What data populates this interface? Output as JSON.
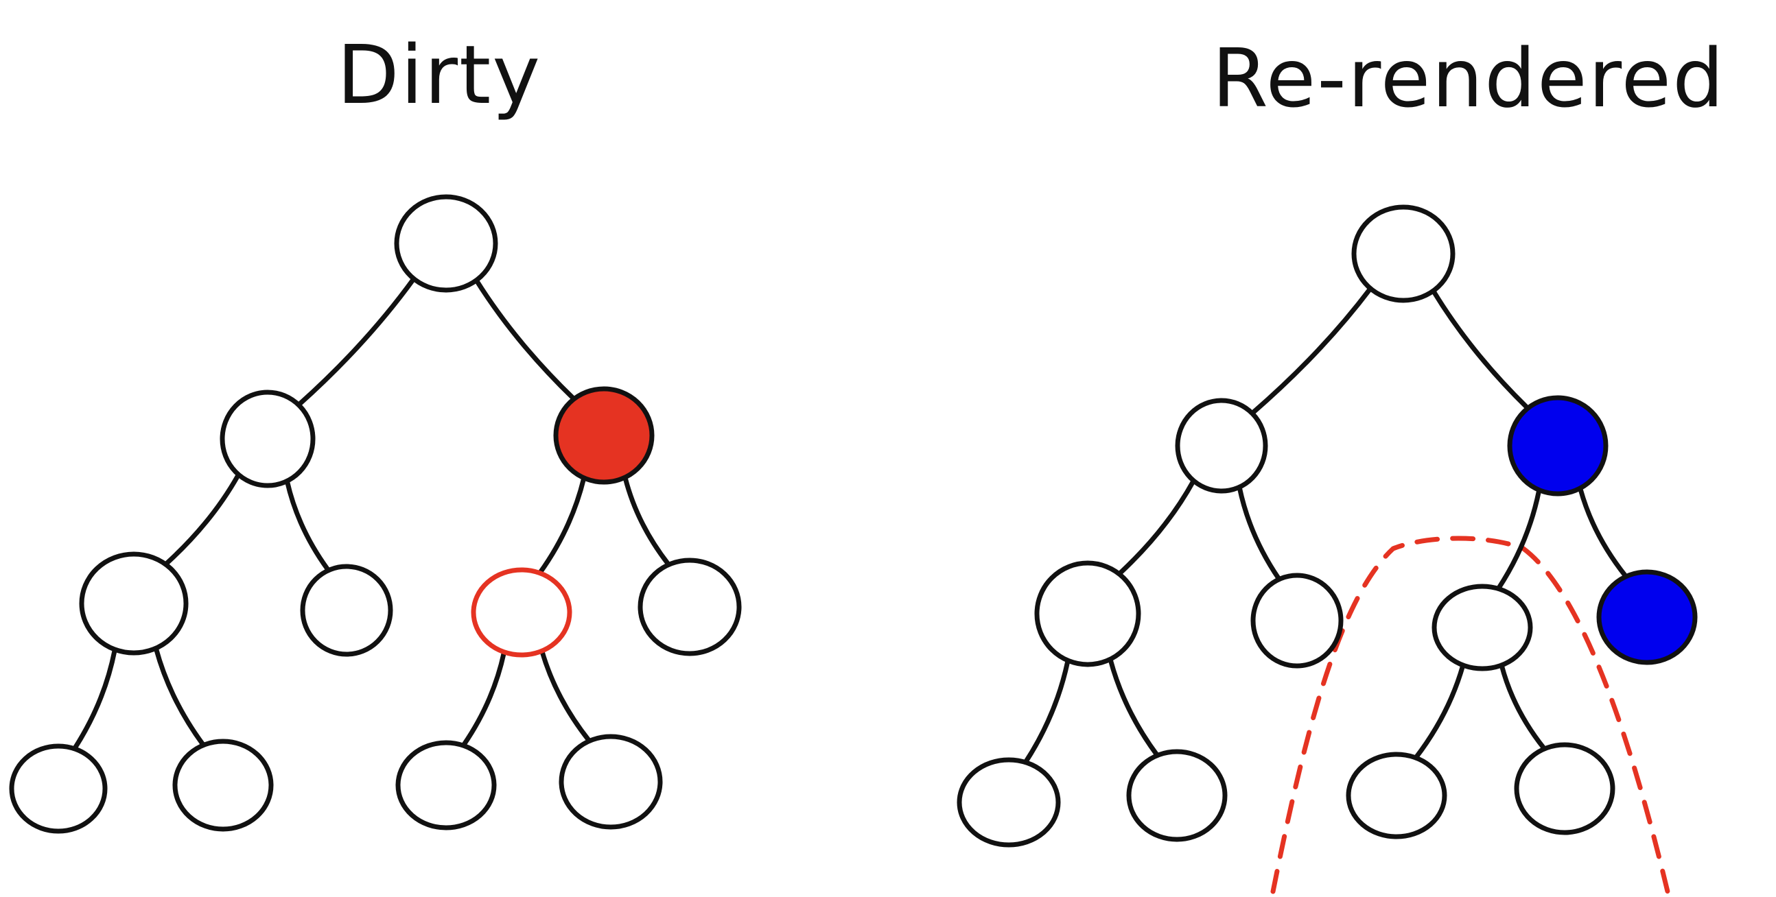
{
  "colors": {
    "stroke": "#111111",
    "node_fill": "#ffffff",
    "dirty_fill": "#e53322",
    "dirty_outline": "#e53322",
    "rerendered_fill": "#0000ee",
    "boundary": "#e53322"
  },
  "panels": [
    {
      "id": "dirty",
      "title": "Dirty",
      "nodes": [
        {
          "id": "root",
          "state": "normal"
        },
        {
          "id": "l1-left",
          "state": "normal"
        },
        {
          "id": "l1-right",
          "state": "dirty"
        },
        {
          "id": "l2-a",
          "state": "normal"
        },
        {
          "id": "l2-b",
          "state": "normal"
        },
        {
          "id": "l2-c",
          "state": "dirty-outline"
        },
        {
          "id": "l2-d",
          "state": "normal"
        },
        {
          "id": "l3-a",
          "state": "normal"
        },
        {
          "id": "l3-b",
          "state": "normal"
        },
        {
          "id": "l3-c",
          "state": "normal"
        },
        {
          "id": "l3-d",
          "state": "normal"
        }
      ],
      "edges": [
        [
          "root",
          "l1-left"
        ],
        [
          "root",
          "l1-right"
        ],
        [
          "l1-left",
          "l2-a"
        ],
        [
          "l1-left",
          "l2-b"
        ],
        [
          "l1-right",
          "l2-c"
        ],
        [
          "l1-right",
          "l2-d"
        ],
        [
          "l2-a",
          "l3-a"
        ],
        [
          "l2-a",
          "l3-b"
        ],
        [
          "l2-c",
          "l3-c"
        ],
        [
          "l2-c",
          "l3-d"
        ]
      ]
    },
    {
      "id": "rerendered",
      "title": "Re-rendered",
      "nodes": [
        {
          "id": "root",
          "state": "normal"
        },
        {
          "id": "l1-left",
          "state": "normal"
        },
        {
          "id": "l1-right",
          "state": "rerendered"
        },
        {
          "id": "l2-a",
          "state": "normal"
        },
        {
          "id": "l2-b",
          "state": "normal"
        },
        {
          "id": "l2-c",
          "state": "normal"
        },
        {
          "id": "l2-d",
          "state": "rerendered"
        },
        {
          "id": "l3-a",
          "state": "normal"
        },
        {
          "id": "l3-b",
          "state": "normal"
        },
        {
          "id": "l3-c",
          "state": "normal"
        },
        {
          "id": "l3-d",
          "state": "normal"
        }
      ],
      "edges": [
        [
          "root",
          "l1-left"
        ],
        [
          "root",
          "l1-right"
        ],
        [
          "l1-left",
          "l2-a"
        ],
        [
          "l1-left",
          "l2-b"
        ],
        [
          "l1-right",
          "l2-c"
        ],
        [
          "l1-right",
          "l2-d"
        ],
        [
          "l2-a",
          "l3-a"
        ],
        [
          "l2-a",
          "l3-b"
        ],
        [
          "l2-c",
          "l3-c"
        ],
        [
          "l2-c",
          "l3-d"
        ]
      ],
      "subtree_boundary": {
        "encloses": "l2-c",
        "style": "dashed"
      }
    }
  ]
}
